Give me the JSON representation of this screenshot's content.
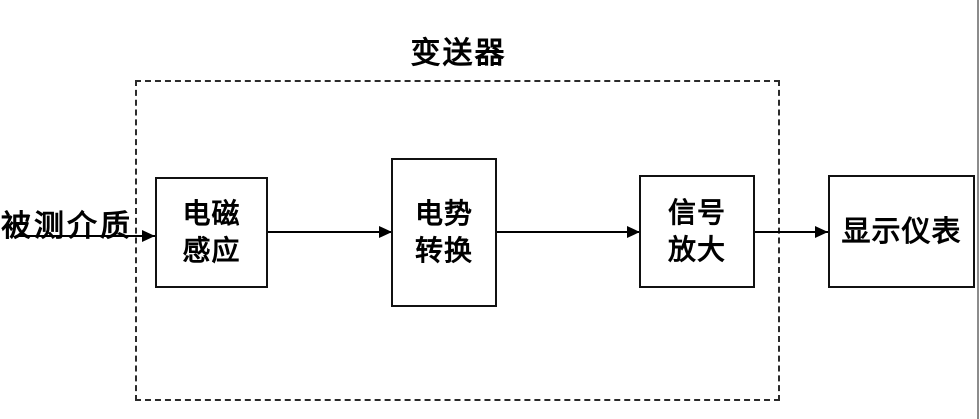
{
  "diagram": {
    "title": "变送器",
    "source_label": "被测介质",
    "nodes": {
      "induction": {
        "line1": "电磁",
        "line2": "感应"
      },
      "conversion": {
        "line1": "电势",
        "line2": "转换"
      },
      "amplification": {
        "line1": "信号",
        "line2": "放大"
      },
      "display": {
        "label": "显示仪表"
      }
    },
    "colors": {
      "line": "#000000",
      "background": "#ffffff",
      "page_edge": "#8c8c8c"
    }
  }
}
